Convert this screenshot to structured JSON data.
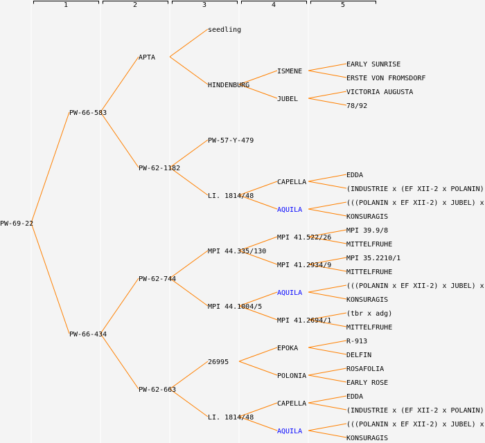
{
  "header": {
    "generations": [
      "1",
      "2",
      "3",
      "4",
      "5"
    ]
  },
  "colors": {
    "background": "#f4f4f4",
    "line": "#ff8000",
    "text": "#000000",
    "highlight": "#0000ff",
    "separator": "#ffffff"
  },
  "tree": {
    "name": "PW-69-22",
    "children": [
      {
        "name": "PW-66-583",
        "children": [
          {
            "name": "APTA",
            "children": [
              {
                "name": "seedling",
                "children": []
              },
              {
                "name": "HINDENBURG",
                "children": [
                  {
                    "name": "ISMENE",
                    "children": [
                      {
                        "name": "EARLY SUNRISE"
                      },
                      {
                        "name": "ERSTE VON FROMSDORF"
                      }
                    ]
                  },
                  {
                    "name": "JUBEL",
                    "children": [
                      {
                        "name": "VICTORIA AUGUSTA"
                      },
                      {
                        "name": "78/92"
                      }
                    ]
                  }
                ]
              }
            ]
          },
          {
            "name": "PW-62-1182",
            "children": [
              {
                "name": "PW-57-Y-479",
                "children": []
              },
              {
                "name": "LI. 1814/48",
                "children": [
                  {
                    "name": "CAPELLA",
                    "children": [
                      {
                        "name": "EDDA"
                      },
                      {
                        "name": "(INDUSTRIE x (EF XII-2 x POLANIN))"
                      }
                    ]
                  },
                  {
                    "name": "AQUILA",
                    "highlight": true,
                    "children": [
                      {
                        "name": "(((POLANIN x EF XII-2) x JUBEL) x"
                      },
                      {
                        "name": "KONSURAGIS"
                      }
                    ]
                  }
                ]
              }
            ]
          }
        ]
      },
      {
        "name": "PW-66-434",
        "children": [
          {
            "name": "PW-62-744",
            "children": [
              {
                "name": "MPI 44.335/130",
                "children": [
                  {
                    "name": "MPI 41.522/26",
                    "children": [
                      {
                        "name": "MPI 39.9/8"
                      },
                      {
                        "name": "MITTELFRUHE"
                      }
                    ]
                  },
                  {
                    "name": "MPI 41.2934/9",
                    "children": [
                      {
                        "name": "MPI 35.2210/1"
                      },
                      {
                        "name": "MITTELFRUHE"
                      }
                    ]
                  }
                ]
              },
              {
                "name": "MPI 44.1004/5",
                "children": [
                  {
                    "name": "AQUILA",
                    "highlight": true,
                    "children": [
                      {
                        "name": "(((POLANIN x EF XII-2) x JUBEL) x"
                      },
                      {
                        "name": "KONSURAGIS"
                      }
                    ]
                  },
                  {
                    "name": "MPI 41.2694/1",
                    "children": [
                      {
                        "name": "(tbr x adg)"
                      },
                      {
                        "name": "MITTELFRUHE"
                      }
                    ]
                  }
                ]
              }
            ]
          },
          {
            "name": "PW-62-663",
            "children": [
              {
                "name": "26995",
                "children": [
                  {
                    "name": "EPOKA",
                    "children": [
                      {
                        "name": "R-913"
                      },
                      {
                        "name": "DELFIN"
                      }
                    ]
                  },
                  {
                    "name": "POLONIA",
                    "children": [
                      {
                        "name": "ROSAFOLIA"
                      },
                      {
                        "name": "EARLY ROSE"
                      }
                    ]
                  }
                ]
              },
              {
                "name": "LI. 1814/48",
                "children": [
                  {
                    "name": "CAPELLA",
                    "children": [
                      {
                        "name": "EDDA"
                      },
                      {
                        "name": "(INDUSTRIE x (EF XII-2 x POLANIN))"
                      }
                    ]
                  },
                  {
                    "name": "AQUILA",
                    "highlight": true,
                    "children": [
                      {
                        "name": "(((POLANIN x EF XII-2) x JUBEL) x"
                      },
                      {
                        "name": "KONSURAGIS"
                      }
                    ]
                  }
                ]
              }
            ]
          }
        ]
      }
    ]
  }
}
